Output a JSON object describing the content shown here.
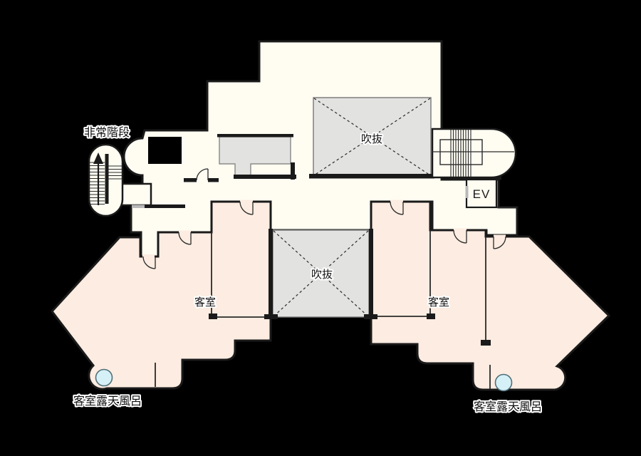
{
  "title": "hotel-floor-plan",
  "labels": {
    "emergency_stairs": "非常階段",
    "atrium_top": "吹抜",
    "atrium_mid": "吹抜",
    "elevator": "EV",
    "guest_room_left": "客室",
    "guest_room_right": "客室",
    "open_air_bath_left": "客室露天風呂",
    "open_air_bath_right": "客室露天風呂"
  },
  "icons": {
    "up_arrow": "stairs-direction-up",
    "stair_treads": "stair-treads-hatch",
    "door_arc": "door-swing-arc",
    "bath_tub": "round-bath-tub"
  },
  "colors": {
    "background": "#000000",
    "floor": "#fffdf2",
    "room": "#fcece1",
    "atrium": "#e2e2e0",
    "wall": "#1a1a1a",
    "thin_line": "#2a2a2a",
    "atrium_border": "#777777",
    "door_gap": "#b9b9b9",
    "bath_fill": "#d6f0f7",
    "bath_stroke": "#4f6f78"
  }
}
